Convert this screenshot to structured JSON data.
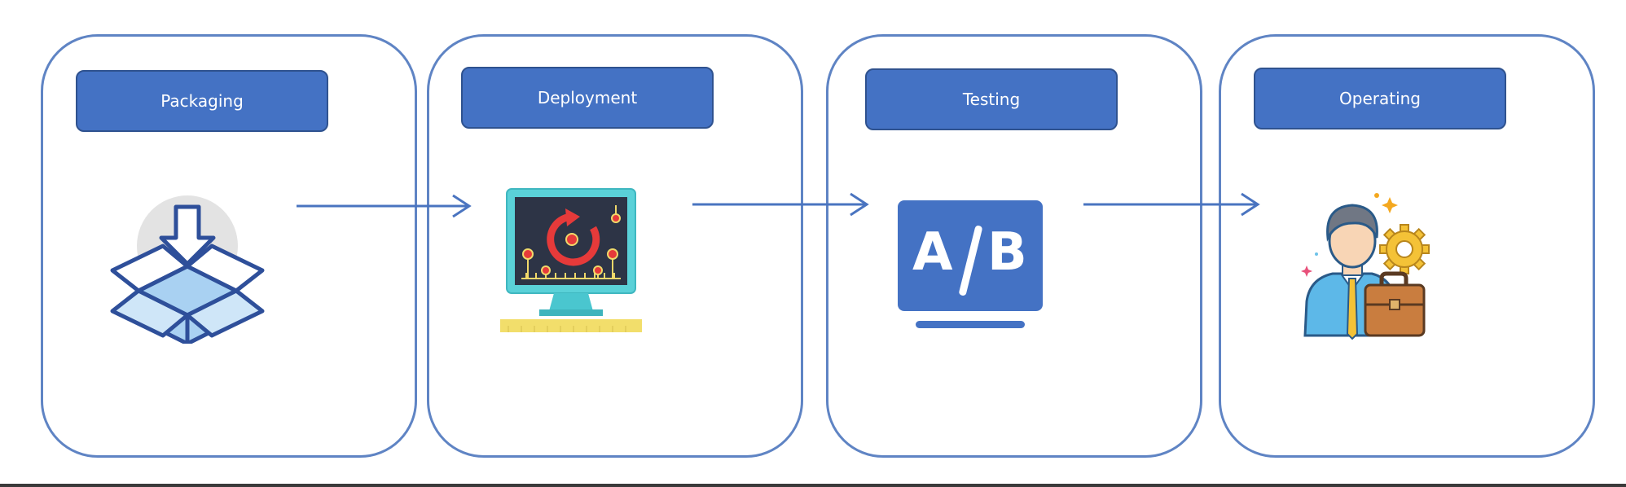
{
  "stages": [
    {
      "label": "Packaging",
      "icon": "package-box-icon"
    },
    {
      "label": "Deployment",
      "icon": "monitor-deploy-icon"
    },
    {
      "label": "Testing",
      "icon": "ab-test-icon"
    },
    {
      "label": "Operating",
      "icon": "operator-person-icon"
    }
  ],
  "ab_text": {
    "a": "A",
    "b": "B"
  },
  "colors": {
    "card_border": "#5f84c4",
    "label_fill": "#4472c4",
    "arrow": "#4a74c0"
  }
}
